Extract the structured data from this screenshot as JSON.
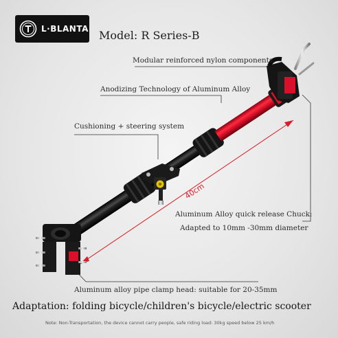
{
  "brand": {
    "logo_text": "L·BLANTA",
    "logo_icon": "t-circle-logo-icon"
  },
  "model": "Model: R Series-B",
  "callouts": {
    "nylon_components": "Modular reinforced nylon components",
    "anodizing": "Anodizing Technology of Aluminum Alloy",
    "cushioning": "Cushioning + steering system",
    "chuck_title": "Aluminum Alloy quick release Chuck:",
    "chuck_diameter": "Adapted to 10mm -30mm diameter",
    "clamp_head": "Aluminum alloy pipe clamp head: suitable for 20-35mm"
  },
  "dimension_label": "40cm",
  "adaptation": "Adaptation: folding bicycle/children's bicycle/electric scooter",
  "note": "Note: Non-Transportation, the device cannot carry people, safe riding load: 30kg speed below 25 km/h",
  "colors": {
    "tube_red": "#d8102a",
    "metal_black": "#1a1a1a",
    "dimension_red": "#d61f26",
    "logo_bg": "#111111"
  }
}
